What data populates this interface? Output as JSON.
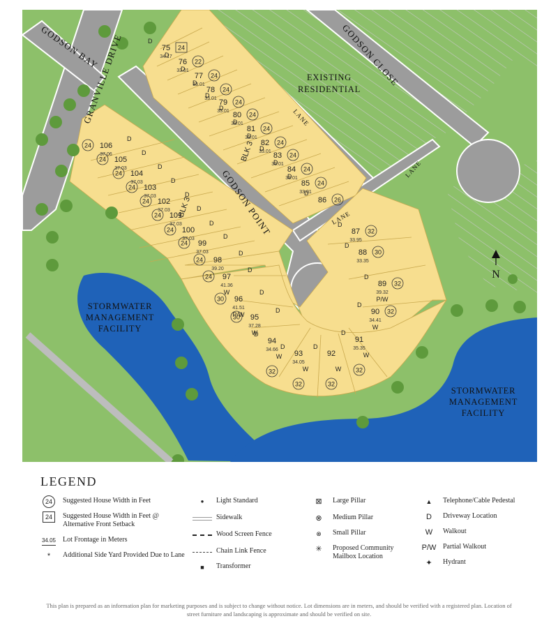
{
  "map": {
    "streets": {
      "godson_bay": "GODSON BAY",
      "granville_drive": "GRANVILLE DRIVE",
      "godson_point": "GODSON POINT",
      "godson_close": "GODSON CLOSE",
      "lane": "LANE"
    },
    "existing_residential": [
      "EXISTING",
      "RESIDENTIAL"
    ],
    "stormwater_left": [
      "STORMWATER",
      "MANAGEMENT",
      "FACILITY"
    ],
    "stormwater_right": [
      "STORMWATER",
      "MANAGEMENT",
      "FACILITY"
    ],
    "north_label": "N",
    "block_label": "BLK 3",
    "colors": {
      "lot": "#f7de8f",
      "lot_line": "#c9a94f",
      "green": "#8dc06a",
      "green_dark": "#5e9a3c",
      "road": "#9c9c9c",
      "water": "#1f62b8",
      "hatch": "#bdbdbd"
    },
    "lots": [
      {
        "id": "75",
        "width": "24",
        "width_type": "square",
        "frontage": "34.17",
        "driveway": "D"
      },
      {
        "id": "76",
        "width": "22",
        "width_type": "circle",
        "frontage": "33.01",
        "driveway": "D"
      },
      {
        "id": "77",
        "width": "24",
        "width_type": "circle",
        "frontage": "33.01",
        "driveway": "D"
      },
      {
        "id": "78",
        "width": "24",
        "width_type": "circle",
        "frontage": "33.01",
        "driveway": "D"
      },
      {
        "id": "79",
        "width": "24",
        "width_type": "circle",
        "frontage": "33.01",
        "driveway": "D"
      },
      {
        "id": "80",
        "width": "24",
        "width_type": "circle",
        "frontage": "33.01",
        "driveway": "D"
      },
      {
        "id": "81",
        "width": "24",
        "width_type": "circle",
        "frontage": "33.01",
        "driveway": "D"
      },
      {
        "id": "82",
        "width": "24",
        "width_type": "circle",
        "frontage": "33.01",
        "driveway": "D"
      },
      {
        "id": "83",
        "width": "24",
        "width_type": "circle",
        "frontage": "33.01",
        "driveway": "D"
      },
      {
        "id": "84",
        "width": "24",
        "width_type": "circle",
        "frontage": "33.01",
        "driveway": "D"
      },
      {
        "id": "85",
        "width": "24",
        "width_type": "circle",
        "frontage": "33.01",
        "driveway": "D"
      },
      {
        "id": "86",
        "width": "26",
        "width_type": "circle",
        "frontage": "",
        "driveway": "D"
      },
      {
        "id": "87",
        "width": "32",
        "width_type": "circle",
        "frontage": "33.95",
        "driveway": "D"
      },
      {
        "id": "88",
        "width": "30",
        "width_type": "circle",
        "frontage": "33.35",
        "driveway": "D"
      },
      {
        "id": "89",
        "width": "32",
        "width_type": "circle",
        "frontage": "39.32",
        "driveway": "D",
        "walkout": "P/W"
      },
      {
        "id": "90",
        "width": "32",
        "width_type": "circle",
        "frontage": "34.41",
        "driveway": "D",
        "walkout": "W"
      },
      {
        "id": "91",
        "width": "32",
        "width_type": "circle",
        "frontage": "35.35",
        "driveway": "D",
        "walkout": "W"
      },
      {
        "id": "92",
        "width": "32",
        "width_type": "circle",
        "frontage": "",
        "driveway": "D",
        "walkout": "W"
      },
      {
        "id": "93",
        "width": "32",
        "width_type": "circle",
        "frontage": "34.05",
        "driveway": "D",
        "walkout": "W"
      },
      {
        "id": "94",
        "width": "32",
        "width_type": "circle",
        "frontage": "34.66",
        "driveway": "D",
        "walkout": "W"
      },
      {
        "id": "95",
        "width": "30",
        "width_type": "circle",
        "frontage": "37.28",
        "driveway": "D",
        "walkout": "W"
      },
      {
        "id": "96",
        "width": "30",
        "width_type": "circle",
        "frontage": "41.51",
        "driveway": "D",
        "walkout": "P/W"
      },
      {
        "id": "97",
        "width": "24",
        "width_type": "circle",
        "frontage": "41.36",
        "driveway": "D",
        "walkout": "W"
      },
      {
        "id": "98",
        "width": "24",
        "width_type": "circle",
        "frontage": "39.20",
        "driveway": "D"
      },
      {
        "id": "99",
        "width": "24",
        "width_type": "circle",
        "frontage": "37.03",
        "driveway": "D"
      },
      {
        "id": "100",
        "width": "24",
        "width_type": "circle",
        "frontage": "37.03",
        "driveway": "D"
      },
      {
        "id": "101",
        "width": "24",
        "width_type": "circle",
        "frontage": "37.03",
        "driveway": "D"
      },
      {
        "id": "102",
        "width": "24",
        "width_type": "circle",
        "frontage": "37.03",
        "driveway": "D"
      },
      {
        "id": "103",
        "width": "24",
        "width_type": "circle",
        "frontage": "37.03",
        "driveway": "D"
      },
      {
        "id": "104",
        "width": "24",
        "width_type": "circle",
        "frontage": "37.03",
        "driveway": "D"
      },
      {
        "id": "105",
        "width": "24",
        "width_type": "circle",
        "frontage": "37.03",
        "driveway": "D"
      },
      {
        "id": "106",
        "width": "24",
        "width_type": "circle",
        "frontage": "37.06",
        "driveway": "D"
      }
    ]
  },
  "legend": {
    "title": "LEGEND",
    "items": [
      {
        "key": "house-width",
        "symbol": "24",
        "text": "Suggested House Width in Feet"
      },
      {
        "key": "house-width-alt",
        "symbol": "24",
        "text": "Suggested House Width in Feet @ Alternative Front Setback"
      },
      {
        "key": "lot-frontage",
        "symbol": "34.05",
        "text": "Lot Frontage in Meters"
      },
      {
        "key": "side-yard",
        "symbol": "*",
        "text": "Additional Side Yard Provided Due to Lane"
      },
      {
        "key": "light-standard",
        "symbol": "●",
        "text": "Light Standard"
      },
      {
        "key": "sidewalk",
        "symbol": "",
        "text": "Sidewalk"
      },
      {
        "key": "wood-fence",
        "symbol": "",
        "text": "Wood Screen Fence"
      },
      {
        "key": "chain-fence",
        "symbol": "",
        "text": "Chain Link Fence"
      },
      {
        "key": "transformer",
        "symbol": "■",
        "text": "Transformer"
      },
      {
        "key": "large-pillar",
        "symbol": "⊠",
        "text": "Large Pillar"
      },
      {
        "key": "medium-pillar",
        "symbol": "⊗",
        "text": "Medium Pillar"
      },
      {
        "key": "small-pillar",
        "symbol": "⊗",
        "text": "Small Pillar"
      },
      {
        "key": "mailbox",
        "symbol": "✳",
        "text": "Proposed Community Mailbox Location"
      },
      {
        "key": "telephone",
        "symbol": "▲",
        "text": "Telephone/Cable Pedestal"
      },
      {
        "key": "driveway",
        "symbol": "D",
        "text": "Driveway Location"
      },
      {
        "key": "walkout",
        "symbol": "W",
        "text": "Walkout"
      },
      {
        "key": "partial-walkout",
        "symbol": "P/W",
        "text": "Partial Walkout"
      },
      {
        "key": "hydrant",
        "symbol": "✦",
        "text": "Hydrant"
      }
    ]
  },
  "disclaimer": "This plan is prepared as an information plan for marketing purposes and is subject to change without notice. Lot dimensions are in meters, and should be verified with a registered plan. Location of street furniture and landscaping is approximate and should be verified on site."
}
